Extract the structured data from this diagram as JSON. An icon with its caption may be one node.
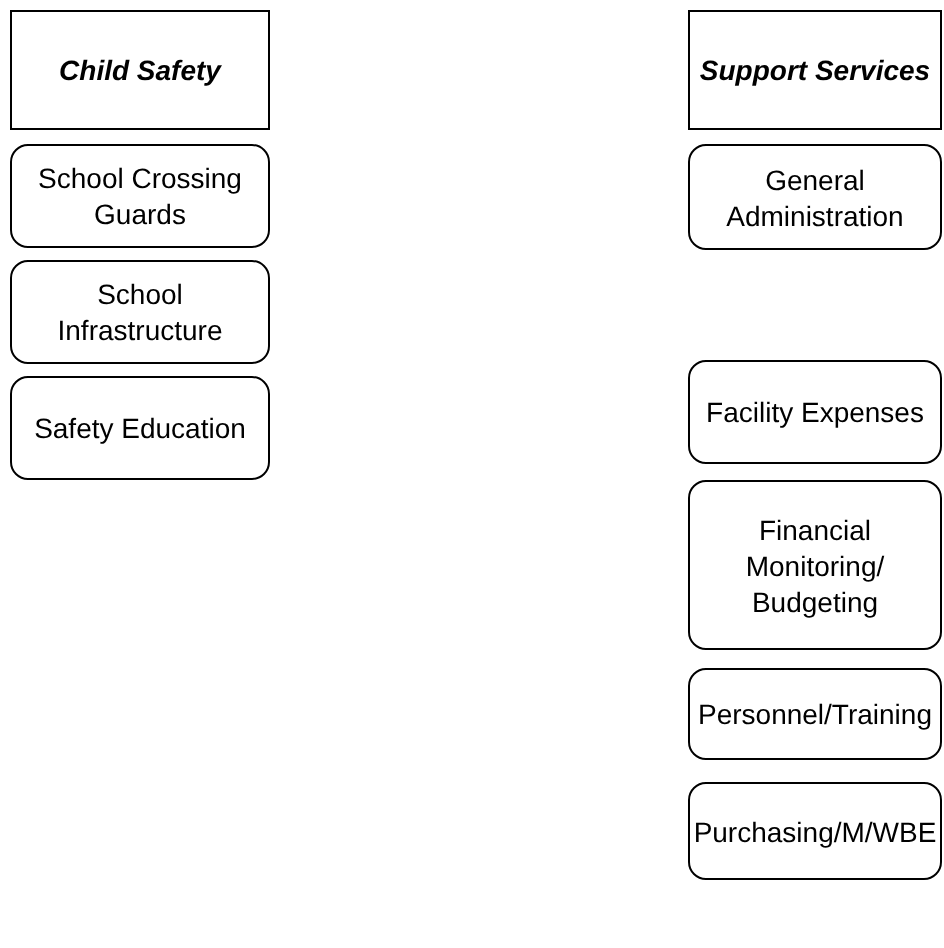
{
  "diagram": {
    "nodes": [
      {
        "text": [
          "Child Safety"
        ]
      },
      {
        "text": [
          "School Crossing Guards"
        ]
      },
      {
        "text": [
          "School Infrastructure"
        ]
      },
      {
        "text": [
          "Safety Education"
        ]
      },
      {
        "text": [
          "Support Services"
        ]
      },
      {
        "text": [
          "General Administration"
        ]
      },
      {
        "text": [
          "Facility Expenses"
        ]
      },
      {
        "text": [
          "Financial Monitoring/ Budgeting"
        ]
      },
      {
        "text": [
          "Personnel/Training"
        ]
      },
      {
        "text": [
          "Purchasing/M/WBE"
        ]
      }
    ]
  }
}
